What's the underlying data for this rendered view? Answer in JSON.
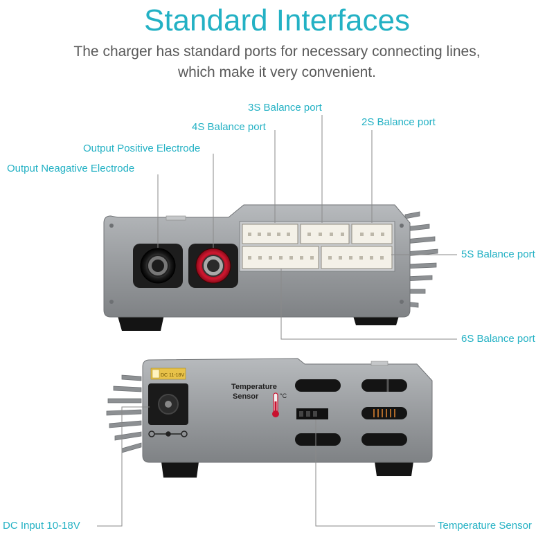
{
  "header": {
    "title": "Standard Interfaces",
    "subtitle_line1": "The charger has standard ports for necessary connecting lines,",
    "subtitle_line2": "which make it very convenient."
  },
  "labels": {
    "balance_3s": "3S Balance port",
    "balance_4s": "4S Balance port",
    "balance_2s": "2S Balance port",
    "output_positive": "Output Positive Electrode",
    "output_negative": "Output Neagative Electrode",
    "balance_5s": "5S Balance port",
    "balance_6s": "6S Balance port",
    "dc_input": "DC Input 10-18V",
    "temperature_sensor": "Temperature Sensor"
  },
  "device_rear": {
    "plate_text": "DC 11-18V",
    "sensor_caption_line1": "Temperature",
    "sensor_caption_line2": "Sensor",
    "unit_symbol": "°C"
  },
  "colors": {
    "accent": "#23b1c4",
    "body_gray": "#9b9ea1",
    "leader_line": "#8a8a8a",
    "plate_yellow": "#e8c24a",
    "positive_red": "#c8102e"
  }
}
